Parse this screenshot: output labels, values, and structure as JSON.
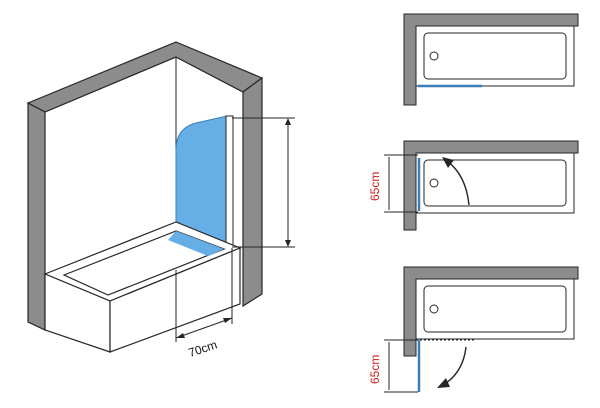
{
  "colors": {
    "wall_fill": "#8c8c8c",
    "outline": "#262626",
    "glass": "#66aee6",
    "glass_edge": "#3b7fb8",
    "dimension_red": "#cc1a1a"
  },
  "labels": {
    "width": "70cm",
    "height_middle": "65cm",
    "height_bottom": "65cm"
  },
  "views": {
    "main": "bathtub-perspective-with-hinged-glass-screen",
    "top": "screen-closed-along-tub",
    "middle": "screen-swing-inward",
    "bottom": "screen-swing-outward"
  }
}
